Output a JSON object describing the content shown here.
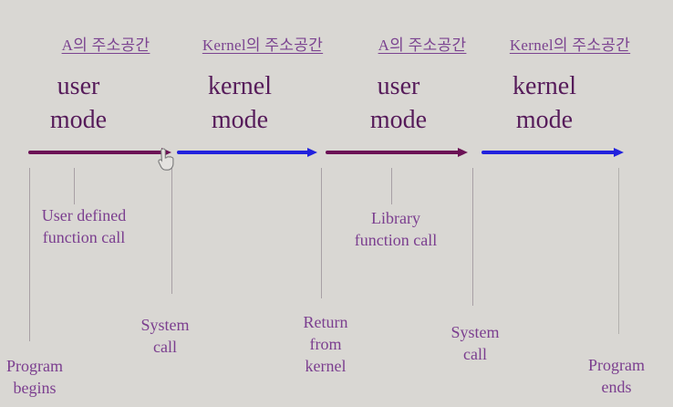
{
  "address_space_headers": [
    "A의 주소공간",
    "Kernel의 주소공간",
    "A의 주소공간",
    "Kernel의 주소공간"
  ],
  "mode_labels": [
    "user\nmode",
    "kernel\nmode",
    "user\nmode",
    "kernel\nmode"
  ],
  "arrows": [
    {
      "mode": "user mode",
      "color": "#6b1155"
    },
    {
      "mode": "kernel mode",
      "color": "#2222dd"
    },
    {
      "mode": "user mode",
      "color": "#6b1155"
    },
    {
      "mode": "kernel mode",
      "color": "#2222dd"
    }
  ],
  "events": [
    {
      "label": "Program\nbegins"
    },
    {
      "label": "User defined\nfunction call"
    },
    {
      "label": "System\ncall"
    },
    {
      "label": "Return\nfrom\nkernel"
    },
    {
      "label": "Library\nfunction call"
    },
    {
      "label": "System\ncall"
    },
    {
      "label": "Program\nends"
    }
  ],
  "cursor_icon": "hand-pointer",
  "colors": {
    "background": "#d9d7d3",
    "header_text": "#7b4390",
    "mode_text": "#561b5a",
    "event_text": "#7b3e8f",
    "user_mode_arrow": "#6b1155",
    "kernel_mode_arrow": "#2222dd",
    "tick_line": "#a8a0a5"
  }
}
